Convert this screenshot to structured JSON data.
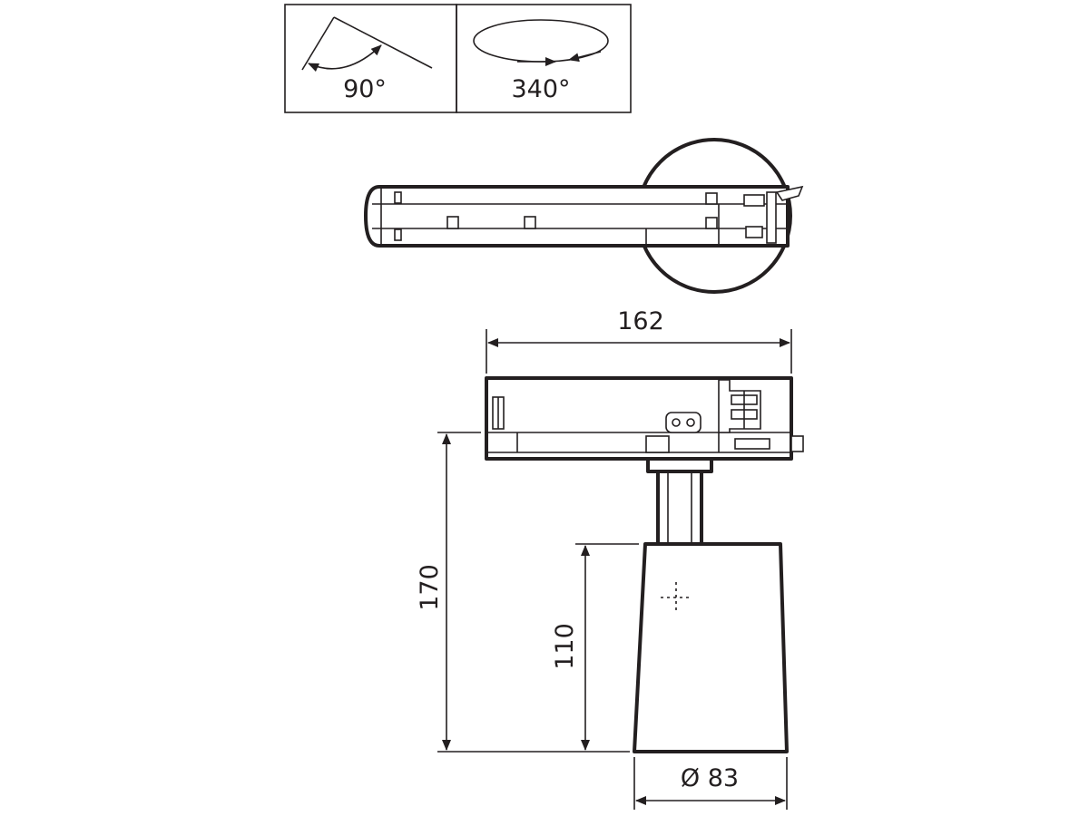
{
  "rotation": {
    "tilt_label": "90°",
    "rotate_label": "340°"
  },
  "dimensions": {
    "length": "162",
    "total_height": "170",
    "head_height": "110",
    "diameter": "Ø 83"
  }
}
